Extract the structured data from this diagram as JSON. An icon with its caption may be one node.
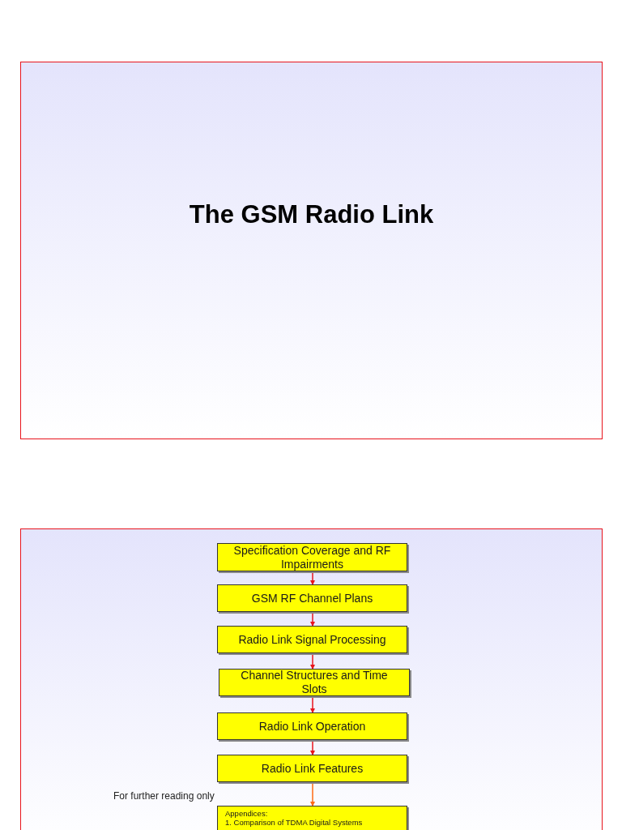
{
  "diagram": {
    "title": "The GSM Radio Link",
    "nodes": [
      {
        "text": [
          "Specification Coverage and RF Impairments"
        ]
      },
      {
        "text": [
          "GSM RF Channel Plans"
        ]
      },
      {
        "text": [
          "Radio Link Signal Processing"
        ]
      },
      {
        "text": [
          "Channel Structures and Time Slots"
        ]
      },
      {
        "text": [
          "Radio Link Operation"
        ]
      },
      {
        "text": [
          "Radio Link Features"
        ]
      },
      {
        "text": [
          "Appendices:",
          "1. Comparison of TDMA Digital Systems"
        ]
      }
    ],
    "edges": [
      {
        "from": 0,
        "to": 1,
        "arrow": "to"
      },
      {
        "from": 1,
        "to": 2,
        "arrow": "to"
      },
      {
        "from": 2,
        "to": 3,
        "arrow": "to"
      },
      {
        "from": 3,
        "to": 4,
        "arrow": "to"
      },
      {
        "from": 4,
        "to": 5,
        "arrow": "to"
      },
      {
        "from": 5,
        "to": 6,
        "arrow": "to",
        "color": "#ff6a13"
      }
    ],
    "labels": [
      "For further reading only"
    ]
  }
}
